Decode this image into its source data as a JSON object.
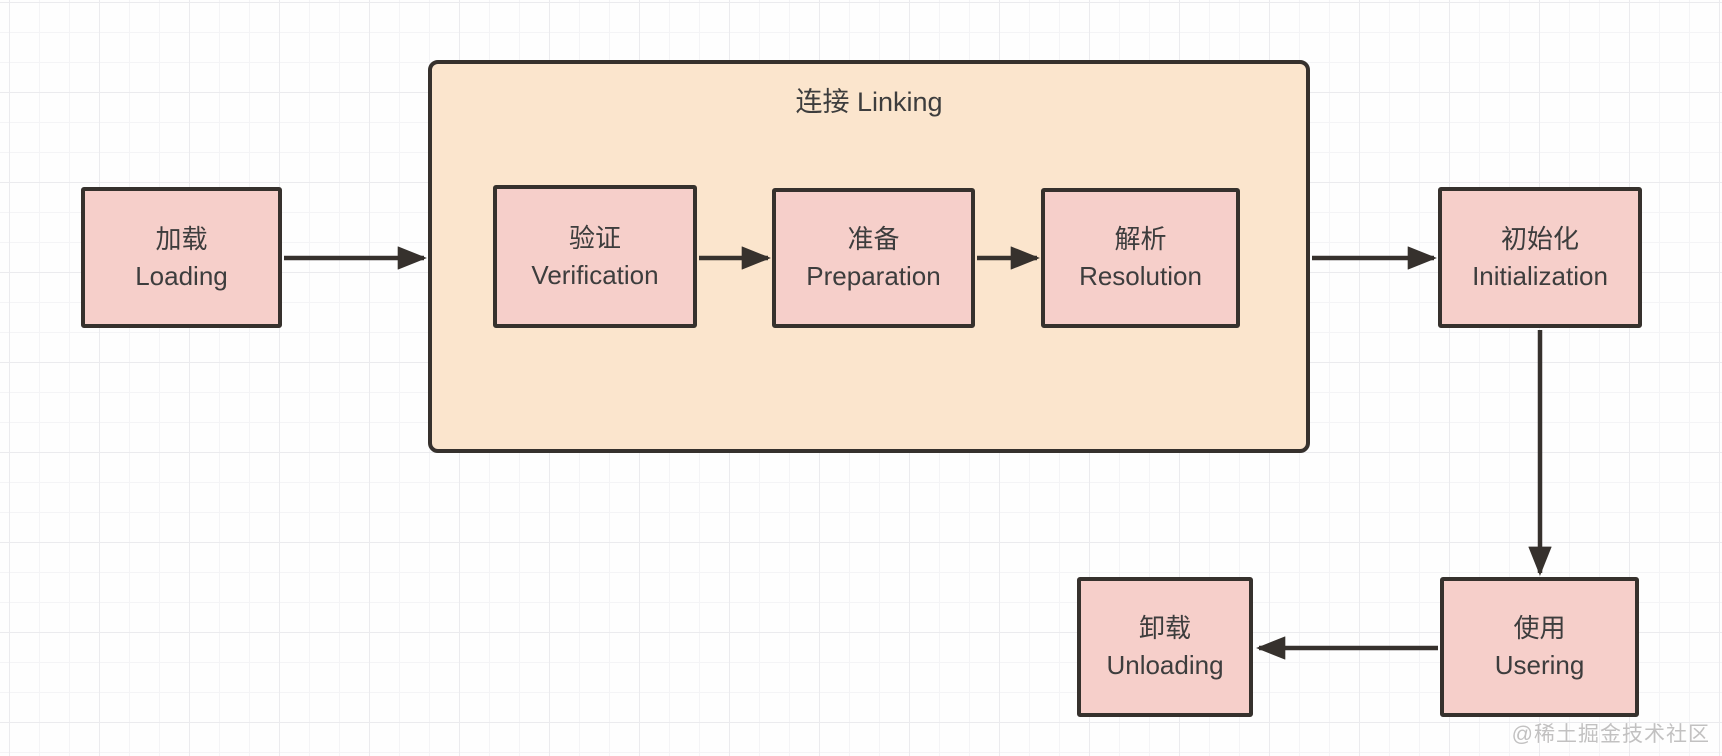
{
  "diagram": {
    "group": {
      "title": "连接 Linking"
    },
    "nodes": {
      "loading": {
        "zh": "加载",
        "en": "Loading"
      },
      "verification": {
        "zh": "验证",
        "en": "Verification"
      },
      "preparation": {
        "zh": "准备",
        "en": "Preparation"
      },
      "resolution": {
        "zh": "解析",
        "en": "Resolution"
      },
      "initialization": {
        "zh": "初始化",
        "en": "Initialization"
      },
      "usering": {
        "zh": "使用",
        "en": "Usering"
      },
      "unloading": {
        "zh": "卸载",
        "en": "Unloading"
      }
    },
    "edges": [
      {
        "from": "loading",
        "to": "linking-group"
      },
      {
        "from": "verification",
        "to": "preparation"
      },
      {
        "from": "preparation",
        "to": "resolution"
      },
      {
        "from": "linking-group",
        "to": "initialization"
      },
      {
        "from": "initialization",
        "to": "usering"
      },
      {
        "from": "usering",
        "to": "unloading"
      }
    ],
    "colors": {
      "node_fill": "#f6cfca",
      "group_fill": "#fbe5cd",
      "stroke": "#36312d",
      "text": "#3d3d3d",
      "watermark_text": "#c2c1c1"
    },
    "watermark": "@稀土掘金技术社区"
  }
}
